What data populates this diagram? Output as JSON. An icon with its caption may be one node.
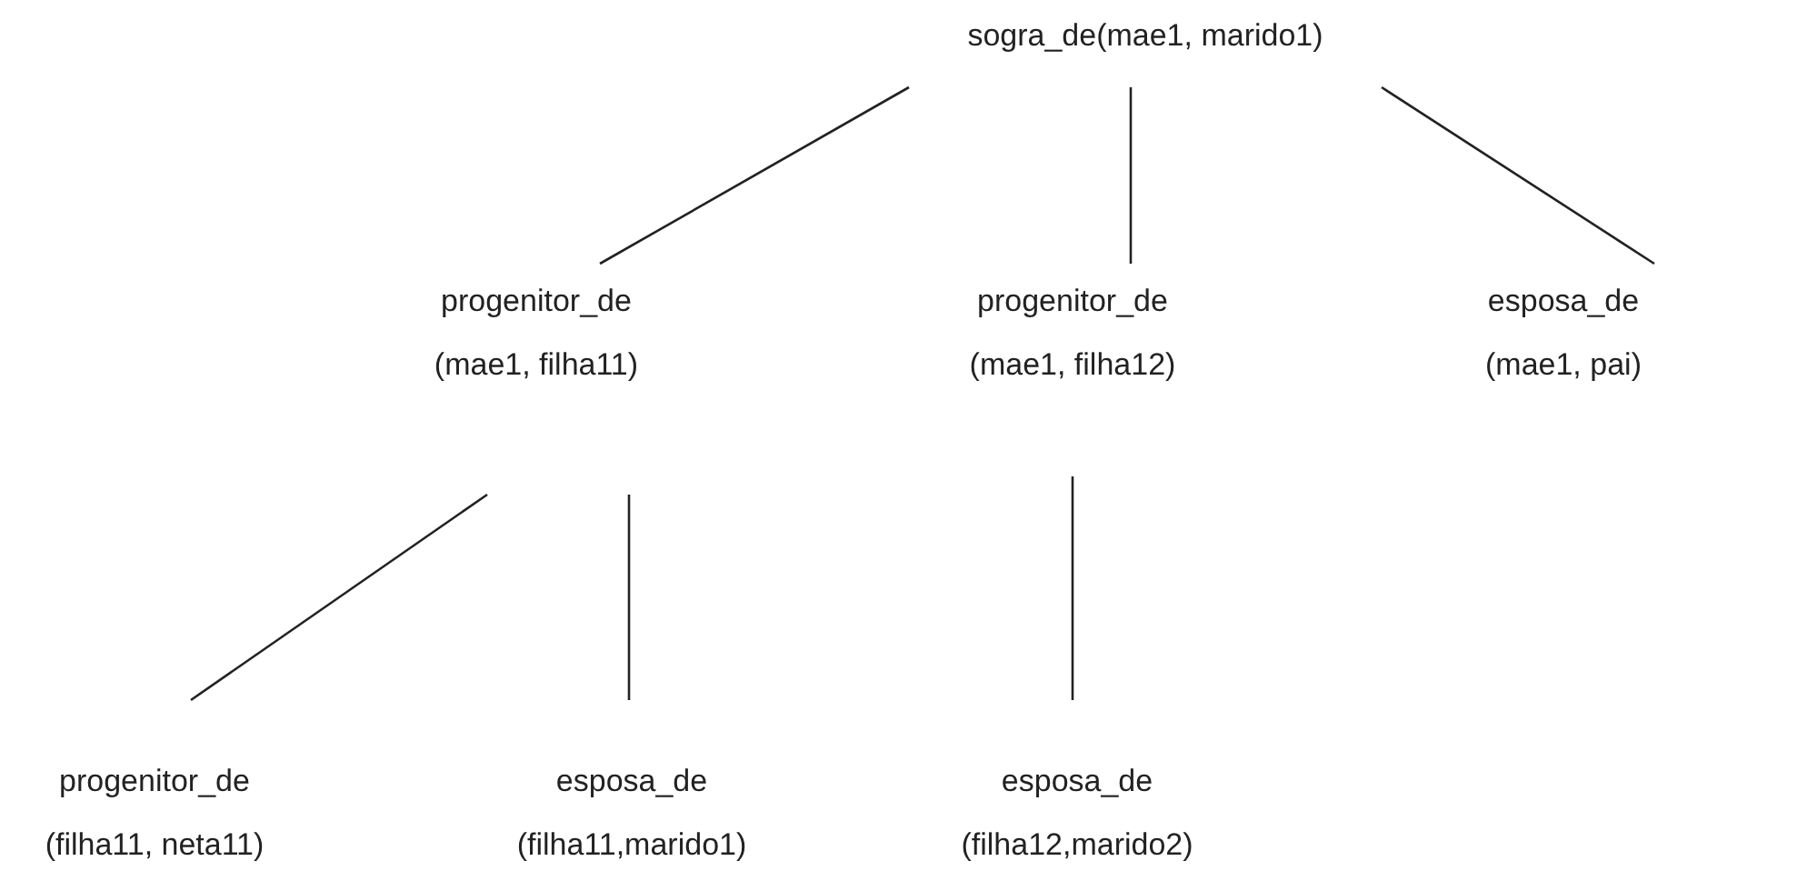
{
  "diagram": {
    "nodes": [
      {
        "text": [
          "sogra_de(mae1, marido1)"
        ]
      },
      {
        "text": [
          "progenitor_de (mae1, filha11)"
        ]
      },
      {
        "text": [
          "progenitor_de (mae1, filha12)"
        ]
      },
      {
        "text": [
          "esposa_de (mae1, pai)"
        ]
      },
      {
        "text": [
          "progenitor_de (filha11, neta11)"
        ]
      },
      {
        "text": [
          "esposa_de (filha11,marido1)"
        ]
      },
      {
        "text": [
          "esposa_de (filha12,marido2)"
        ]
      }
    ],
    "edges": [
      {
        "from": 0,
        "to": 1,
        "arrow": "none"
      },
      {
        "from": 0,
        "to": 2,
        "arrow": "none"
      },
      {
        "from": 0,
        "to": 3,
        "arrow": "none"
      },
      {
        "from": 1,
        "to": 4,
        "arrow": "none"
      },
      {
        "from": 1,
        "to": 5,
        "arrow": "none"
      },
      {
        "from": 2,
        "to": 6,
        "arrow": "none"
      }
    ]
  }
}
